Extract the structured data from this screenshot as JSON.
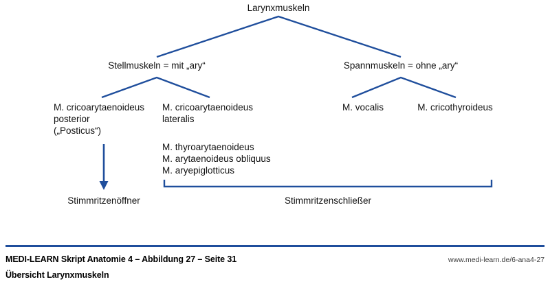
{
  "figure": {
    "accent_color": "#1f4e9c",
    "text_color": "#111111",
    "background": "#ffffff",
    "root": {
      "label": "Larynxmuskeln"
    },
    "branches": [
      {
        "id": "stellmuskeln",
        "label": "Stellmuskeln = mit „ary“",
        "children": [
          {
            "id": "posticus",
            "label": "M. cricoarytaenoideus\nposterior\n(„Posticus“)"
          },
          {
            "id": "lateralis",
            "label": "M. cricoarytaenoideus\nlateralis"
          }
        ]
      },
      {
        "id": "spannmuskeln",
        "label": "Spannmuskeln = ohne „ary“",
        "children": [
          {
            "id": "vocalis",
            "label": "M. vocalis"
          },
          {
            "id": "cricothyroideus",
            "label": "M. cricothyroideus"
          }
        ]
      }
    ],
    "sub_list": {
      "id": "weitere-schliesser",
      "label": "M. thyroarytaenoideus\nM. arytaenoideus obliquus\nM. aryepiglotticus"
    },
    "outcomes": [
      {
        "id": "oeffner",
        "label": "Stimmritzenöffner",
        "connector": "arrow-down"
      },
      {
        "id": "schliesser",
        "label": "Stimmritzenschließer",
        "connector": "bracket"
      }
    ]
  },
  "footer": {
    "caption_main": "MEDI-LEARN Skript Anatomie 4 – Abbildung 27 – Seite 31",
    "caption_sub": "Übersicht Larynxmuskeln",
    "url": "www.medi-learn.de/6-ana4-27"
  }
}
